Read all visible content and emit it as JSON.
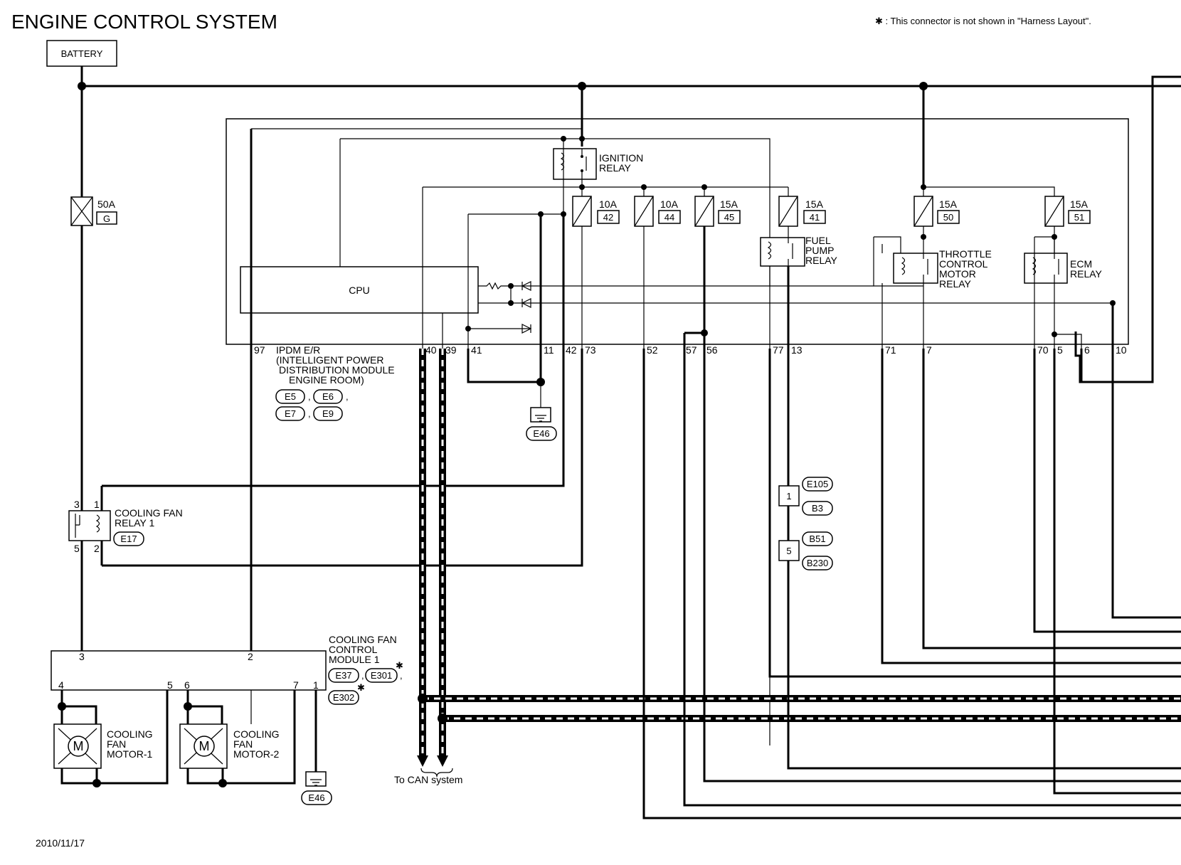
{
  "title": "ENGINE CONTROL SYSTEM",
  "note": "✱ : This connector is not shown in \"Harness Layout\".",
  "date": "2010/11/17",
  "battery": "BATTERY",
  "main_fuse": {
    "rating": "50A",
    "id": "G"
  },
  "ipdm": {
    "cpu_label": "CPU",
    "name_lines": [
      "IPDM E/R",
      "(INTELLIGENT POWER",
      "DISTRIBUTION MODULE",
      "ENGINE ROOM)"
    ],
    "connectors": [
      "E5",
      "E6",
      "E7",
      "E9"
    ],
    "pins": [
      "97",
      "40",
      "39",
      "41",
      "11",
      "42",
      "73",
      "52",
      "57",
      "56",
      "77",
      "13",
      "71",
      "7",
      "70",
      "5",
      "6",
      "10"
    ]
  },
  "relays": {
    "ignition": [
      "IGNITION",
      "RELAY"
    ],
    "fuel_pump": [
      "FUEL",
      "PUMP",
      "RELAY"
    ],
    "throttle": [
      "THROTTLE",
      "CONTROL",
      "MOTOR",
      "RELAY"
    ],
    "ecm": [
      "ECM",
      "RELAY"
    ]
  },
  "fuses": [
    {
      "rating": "10A",
      "num": "42"
    },
    {
      "rating": "10A",
      "num": "44"
    },
    {
      "rating": "15A",
      "num": "45"
    },
    {
      "rating": "15A",
      "num": "41"
    },
    {
      "rating": "15A",
      "num": "50"
    },
    {
      "rating": "15A",
      "num": "51"
    }
  ],
  "ground": "E46",
  "cooling_fan_relay": {
    "lines": [
      "COOLING FAN",
      "RELAY 1"
    ],
    "connector": "E17",
    "pins": [
      "3",
      "1",
      "5",
      "2"
    ]
  },
  "cooling_fan_module": {
    "lines": [
      "COOLING FAN",
      "CONTROL",
      "MODULE 1"
    ],
    "connectors": [
      "E37",
      "E301",
      "E302"
    ],
    "pins": [
      "3",
      "2",
      "4",
      "5",
      "6",
      "7",
      "1"
    ]
  },
  "motors": [
    {
      "lines": [
        "COOLING",
        "FAN",
        "MOTOR-1"
      ],
      "symbol": "M"
    },
    {
      "lines": [
        "COOLING",
        "FAN",
        "MOTOR-2"
      ],
      "symbol": "M"
    }
  ],
  "inline_connectors": [
    {
      "pin": "1",
      "upper": "E105",
      "lower": "B3"
    },
    {
      "pin": "5",
      "upper": "B51",
      "lower": "B230"
    }
  ],
  "can_label": "To CAN system"
}
